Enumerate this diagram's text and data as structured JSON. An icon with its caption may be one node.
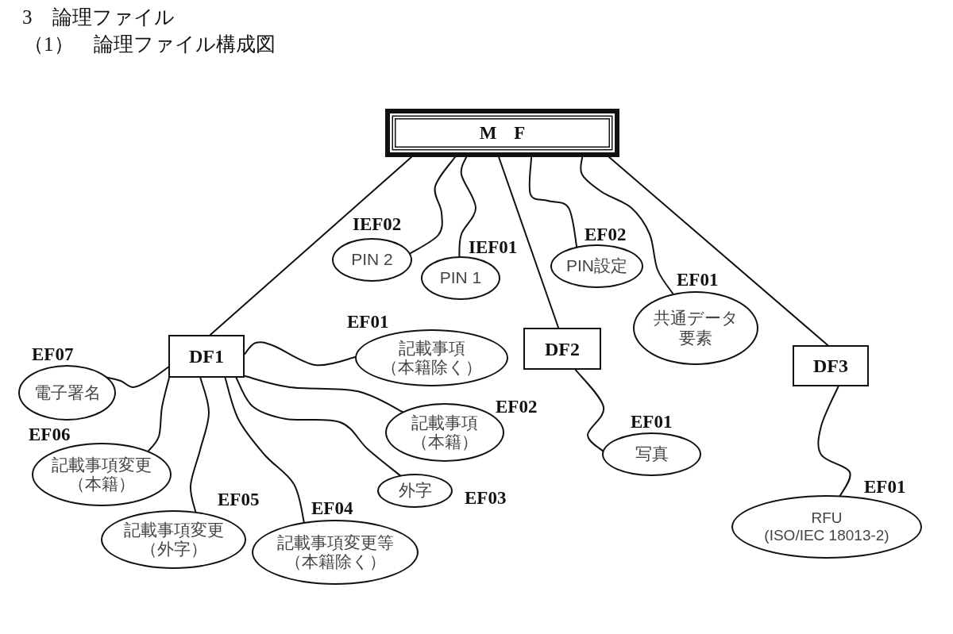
{
  "diagram": {
    "title": "3　論理ファイル",
    "labels": [
      "（1）　論理ファイル構成図"
    ],
    "nodes": [
      {
        "text": [
          "M F"
        ]
      },
      {
        "text": [
          "PIN 2"
        ],
        "beside": [
          "IEF02"
        ]
      },
      {
        "text": [
          "PIN 1"
        ],
        "beside": [
          "IEF01"
        ]
      },
      {
        "text": [
          "PIN設定"
        ],
        "beside": [
          "EF02"
        ]
      },
      {
        "text": [
          "共通データ要素"
        ],
        "beside": [
          "EF01"
        ]
      },
      {
        "text": [
          "DF1"
        ]
      },
      {
        "text": [
          "DF2"
        ]
      },
      {
        "text": [
          "DF3"
        ]
      },
      {
        "text": [
          "電子署名"
        ],
        "beside": [
          "EF07"
        ]
      },
      {
        "text": [
          "記載事項（本籍除く）"
        ],
        "beside": [
          "EF01"
        ]
      },
      {
        "text": [
          "記載事項（本籍）"
        ],
        "beside": [
          "EF02"
        ]
      },
      {
        "text": [
          "外字"
        ],
        "beside": [
          "EF03"
        ]
      },
      {
        "text": [
          "記載事項変更等（本籍除く）"
        ],
        "beside": [
          "EF04"
        ]
      },
      {
        "text": [
          "記載事項変更（外字）"
        ],
        "beside": [
          "EF05"
        ]
      },
      {
        "text": [
          "記載事項変更（本籍）"
        ],
        "beside": [
          "EF06"
        ]
      },
      {
        "text": [
          "写真"
        ],
        "beside": [
          "EF01"
        ]
      },
      {
        "text": [
          "RFU (ISO/IEC 18013-2)"
        ],
        "beside": [
          "EF01"
        ]
      }
    ],
    "edges": [
      {
        "from": 0,
        "to": 1,
        "arrow": "none"
      },
      {
        "from": 0,
        "to": 2,
        "arrow": "none"
      },
      {
        "from": 0,
        "to": 3,
        "arrow": "none"
      },
      {
        "from": 0,
        "to": 4,
        "arrow": "none"
      },
      {
        "from": 0,
        "to": 5,
        "arrow": "none"
      },
      {
        "from": 0,
        "to": 6,
        "arrow": "none"
      },
      {
        "from": 0,
        "to": 7,
        "arrow": "none"
      },
      {
        "from": 5,
        "to": 8,
        "arrow": "none"
      },
      {
        "from": 5,
        "to": 9,
        "arrow": "none"
      },
      {
        "from": 5,
        "to": 10,
        "arrow": "none"
      },
      {
        "from": 5,
        "to": 11,
        "arrow": "none"
      },
      {
        "from": 5,
        "to": 12,
        "arrow": "none"
      },
      {
        "from": 5,
        "to": 13,
        "arrow": "none"
      },
      {
        "from": 5,
        "to": 14,
        "arrow": "none"
      },
      {
        "from": 6,
        "to": 15,
        "arrow": "none"
      },
      {
        "from": 7,
        "to": 16,
        "arrow": "none"
      }
    ]
  }
}
